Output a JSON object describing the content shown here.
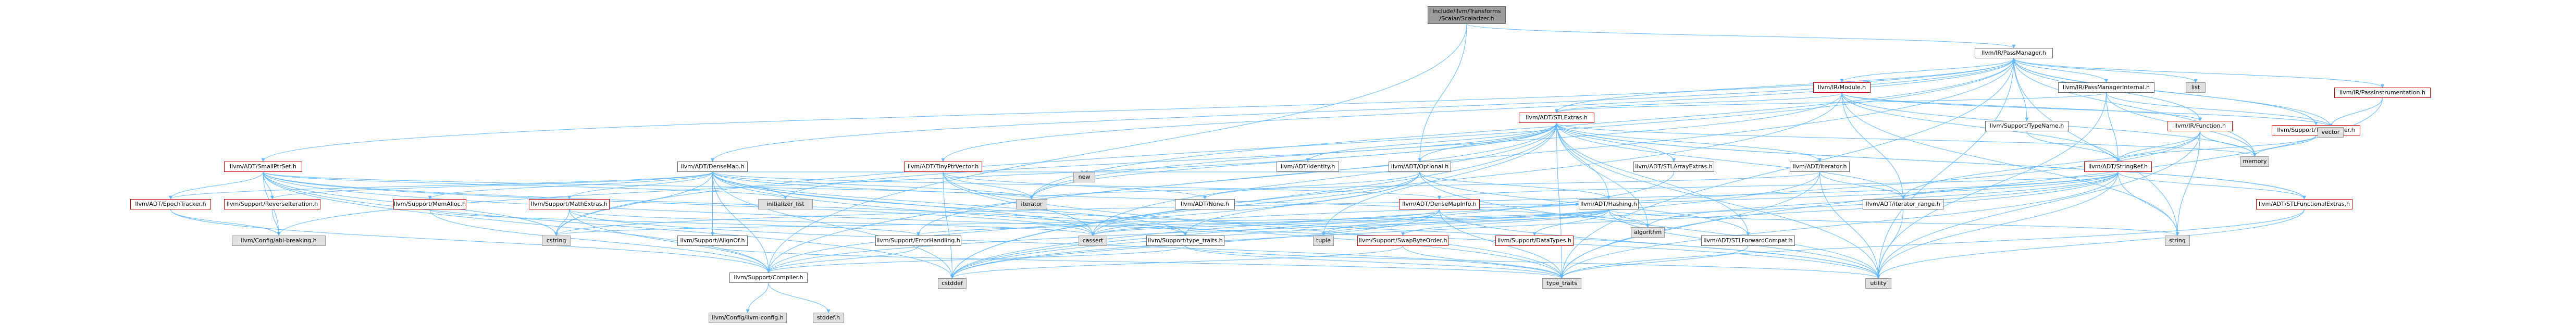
{
  "nodes": [
    {
      "id": "root",
      "label": "include/llvm/Transforms\n/Scalar/Scalarizer.h",
      "style": "root"
    },
    {
      "id": "passmgr",
      "label": "llvm/IR/PassManager.h",
      "style": "plain"
    },
    {
      "id": "module",
      "label": "llvm/IR/Module.h",
      "style": "red"
    },
    {
      "id": "pmi",
      "label": "llvm/IR/PassManagerInternal.h",
      "style": "plain"
    },
    {
      "id": "list",
      "label": "list",
      "style": "grey"
    },
    {
      "id": "passinstr",
      "label": "llvm/IR/PassInstrumentation.h",
      "style": "red"
    },
    {
      "id": "stlextras",
      "label": "llvm/ADT/STLExtras.h",
      "style": "red"
    },
    {
      "id": "typename",
      "label": "llvm/Support/TypeName.h",
      "style": "plain"
    },
    {
      "id": "function",
      "label": "llvm/IR/Function.h",
      "style": "red"
    },
    {
      "id": "timeprof",
      "label": "llvm/Support/TimeProfiler.h",
      "style": "red"
    },
    {
      "id": "memory",
      "label": "memory",
      "style": "grey"
    },
    {
      "id": "vector",
      "label": "vector",
      "style": "grey"
    },
    {
      "id": "smallptrset",
      "label": "llvm/ADT/SmallPtrSet.h",
      "style": "red"
    },
    {
      "id": "densemap",
      "label": "llvm/ADT/DenseMap.h",
      "style": "plain"
    },
    {
      "id": "tinyptrvector",
      "label": "llvm/ADT/TinyPtrVector.h",
      "style": "red"
    },
    {
      "id": "identity",
      "label": "llvm/ADT/identity.h",
      "style": "plain"
    },
    {
      "id": "optional",
      "label": "llvm/ADT/Optional.h",
      "style": "plain"
    },
    {
      "id": "stlarray",
      "label": "llvm/ADT/STLArrayExtras.h",
      "style": "plain"
    },
    {
      "id": "iteratorh",
      "label": "llvm/ADT/iterator.h",
      "style": "plain"
    },
    {
      "id": "stringref",
      "label": "llvm/ADT/StringRef.h",
      "style": "red"
    },
    {
      "id": "epoch",
      "label": "llvm/ADT/EpochTracker.h",
      "style": "red"
    },
    {
      "id": "reverseiter",
      "label": "llvm/Support/ReverseIteration.h",
      "style": "red"
    },
    {
      "id": "memalloc",
      "label": "llvm/Support/MemAlloc.h",
      "style": "red"
    },
    {
      "id": "mathextras",
      "label": "llvm/Support/MathExtras.h",
      "style": "red"
    },
    {
      "id": "initlist",
      "label": "initializer_list",
      "style": "grey"
    },
    {
      "id": "iterator",
      "label": "iterator",
      "style": "grey"
    },
    {
      "id": "new",
      "label": "new",
      "style": "grey"
    },
    {
      "id": "none",
      "label": "llvm/ADT/None.h",
      "style": "plain"
    },
    {
      "id": "densemapinfo",
      "label": "llvm/ADT/DenseMapInfo.h",
      "style": "red"
    },
    {
      "id": "hashing",
      "label": "llvm/ADT/Hashing.h",
      "style": "plain"
    },
    {
      "id": "iterrange",
      "label": "llvm/ADT/iterator_range.h",
      "style": "plain"
    },
    {
      "id": "stlfunc",
      "label": "llvm/ADT/STLFunctionalExtras.h",
      "style": "red"
    },
    {
      "id": "configabi",
      "label": "llvm/Config/abi-breaking.h",
      "style": "grey"
    },
    {
      "id": "cstring",
      "label": "cstring",
      "style": "grey"
    },
    {
      "id": "alignof",
      "label": "llvm/Support/AlignOf.h",
      "style": "plain"
    },
    {
      "id": "errhandling",
      "label": "llvm/Support/ErrorHandling.h",
      "style": "plain"
    },
    {
      "id": "cassert",
      "label": "cassert",
      "style": "grey"
    },
    {
      "id": "typetraits",
      "label": "llvm/Support/type_traits.h",
      "style": "plain"
    },
    {
      "id": "tuple",
      "label": "tuple",
      "style": "grey"
    },
    {
      "id": "swapbyte",
      "label": "llvm/Support/SwapByteOrder.h",
      "style": "red"
    },
    {
      "id": "datatypes",
      "label": "llvm/Support/DataTypes.h",
      "style": "red"
    },
    {
      "id": "algorithm",
      "label": "algorithm",
      "style": "grey"
    },
    {
      "id": "stlforward",
      "label": "llvm/ADT/STLForwardCompat.h",
      "style": "plain"
    },
    {
      "id": "string",
      "label": "string",
      "style": "grey"
    },
    {
      "id": "compiler",
      "label": "llvm/Support/Compiler.h",
      "style": "plain"
    },
    {
      "id": "cstddef",
      "label": "cstddef",
      "style": "grey"
    },
    {
      "id": "type_traits",
      "label": "type_traits",
      "style": "grey"
    },
    {
      "id": "utility",
      "label": "utility",
      "style": "grey"
    },
    {
      "id": "llvmconfig",
      "label": "llvm/Config/llvm-config.h",
      "style": "grey"
    },
    {
      "id": "stddef",
      "label": "stddef.h",
      "style": "grey"
    }
  ],
  "edges": [
    [
      "root",
      "passmgr"
    ],
    [
      "root",
      "optional"
    ],
    [
      "root",
      "compiler"
    ],
    [
      "passmgr",
      "module"
    ],
    [
      "passmgr",
      "pmi"
    ],
    [
      "passmgr",
      "list"
    ],
    [
      "passmgr",
      "passinstr"
    ],
    [
      "passmgr",
      "stlextras"
    ],
    [
      "passmgr",
      "typename"
    ],
    [
      "passmgr",
      "function"
    ],
    [
      "passmgr",
      "timeprof"
    ],
    [
      "passmgr",
      "memory"
    ],
    [
      "passmgr",
      "vector"
    ],
    [
      "passmgr",
      "smallptrset"
    ],
    [
      "passmgr",
      "densemap"
    ],
    [
      "passmgr",
      "tinyptrvector"
    ],
    [
      "passmgr",
      "iterator"
    ],
    [
      "passmgr",
      "cstring"
    ],
    [
      "passmgr",
      "type_traits"
    ],
    [
      "passmgr",
      "utility"
    ],
    [
      "passmgr",
      "string"
    ],
    [
      "passmgr",
      "compiler"
    ],
    [
      "module",
      "stlextras"
    ],
    [
      "module",
      "function"
    ],
    [
      "module",
      "stringref"
    ],
    [
      "module",
      "iterrange"
    ],
    [
      "module",
      "memory"
    ],
    [
      "module",
      "string"
    ],
    [
      "module",
      "vector"
    ],
    [
      "module",
      "cstddef"
    ],
    [
      "module",
      "iterator"
    ],
    [
      "pmi",
      "stlextras"
    ],
    [
      "pmi",
      "stringref"
    ],
    [
      "pmi",
      "memory"
    ],
    [
      "pmi",
      "vector"
    ],
    [
      "pmi",
      "utility"
    ],
    [
      "passinstr",
      "vector"
    ],
    [
      "passinstr",
      "type_traits"
    ],
    [
      "stlextras",
      "identity"
    ],
    [
      "stlextras",
      "optional"
    ],
    [
      "stlextras",
      "stlarray"
    ],
    [
      "stlextras",
      "iteratorh"
    ],
    [
      "stlextras",
      "iterrange"
    ],
    [
      "stlextras",
      "stlforward"
    ],
    [
      "stlextras",
      "stlfunc"
    ],
    [
      "stlextras",
      "errhandling"
    ],
    [
      "stlextras",
      "hashing"
    ],
    [
      "stlextras",
      "cassert"
    ],
    [
      "stlextras",
      "algorithm"
    ],
    [
      "stlextras",
      "cstddef"
    ],
    [
      "stlextras",
      "initlist"
    ],
    [
      "stlextras",
      "iterator"
    ],
    [
      "stlextras",
      "memory"
    ],
    [
      "stlextras",
      "tuple"
    ],
    [
      "stlextras",
      "type_traits"
    ],
    [
      "stlextras",
      "utility"
    ],
    [
      "stlextras",
      "configabi"
    ],
    [
      "typename",
      "stringref"
    ],
    [
      "function",
      "stringref"
    ],
    [
      "function",
      "iterrange"
    ],
    [
      "function",
      "memory"
    ],
    [
      "function",
      "string"
    ],
    [
      "function",
      "cstddef"
    ],
    [
      "function",
      "utility"
    ],
    [
      "timeprof",
      "stringref"
    ],
    [
      "timeprof",
      "memory"
    ],
    [
      "smallptrset",
      "epoch"
    ],
    [
      "smallptrset",
      "reverseiter"
    ],
    [
      "smallptrset",
      "configabi"
    ],
    [
      "smallptrset",
      "compiler"
    ],
    [
      "smallptrset",
      "typetraits"
    ],
    [
      "smallptrset",
      "cstring"
    ],
    [
      "smallptrset",
      "cassert"
    ],
    [
      "smallptrset",
      "cstddef"
    ],
    [
      "smallptrset",
      "initlist"
    ],
    [
      "smallptrset",
      "iterator"
    ],
    [
      "smallptrset",
      "utility"
    ],
    [
      "densemap",
      "densemapinfo"
    ],
    [
      "densemap",
      "epoch"
    ],
    [
      "densemap",
      "alignof"
    ],
    [
      "densemap",
      "compiler"
    ],
    [
      "densemap",
      "mathextras"
    ],
    [
      "densemap",
      "memalloc"
    ],
    [
      "densemap",
      "reverseiter"
    ],
    [
      "densemap",
      "typetraits"
    ],
    [
      "densemap",
      "algorithm"
    ],
    [
      "densemap",
      "cassert"
    ],
    [
      "densemap",
      "cstddef"
    ],
    [
      "densemap",
      "cstring"
    ],
    [
      "densemap",
      "initlist"
    ],
    [
      "densemap",
      "iterator"
    ],
    [
      "densemap",
      "new"
    ],
    [
      "densemap",
      "type_traits"
    ],
    [
      "densemap",
      "utility"
    ],
    [
      "tinyptrvector",
      "none"
    ],
    [
      "tinyptrvector",
      "cassert"
    ],
    [
      "tinyptrvector",
      "cstddef"
    ],
    [
      "tinyptrvector",
      "iterator"
    ],
    [
      "tinyptrvector",
      "type_traits"
    ],
    [
      "optional",
      "hashing"
    ],
    [
      "optional",
      "none"
    ],
    [
      "optional",
      "stlforward"
    ],
    [
      "optional",
      "compiler"
    ],
    [
      "optional",
      "typetraits"
    ],
    [
      "optional",
      "cassert"
    ],
    [
      "optional",
      "new"
    ],
    [
      "optional",
      "utility"
    ],
    [
      "stlarray",
      "cstddef"
    ],
    [
      "iteratorh",
      "iterrange"
    ],
    [
      "iteratorh",
      "cstddef"
    ],
    [
      "iteratorh",
      "iterator"
    ],
    [
      "iteratorh",
      "type_traits"
    ],
    [
      "iteratorh",
      "utility"
    ],
    [
      "stringref",
      "densemapinfo"
    ],
    [
      "stringref",
      "iterrange"
    ],
    [
      "stringref",
      "stlfunc"
    ],
    [
      "stringref",
      "compiler"
    ],
    [
      "stringref",
      "algorithm"
    ],
    [
      "stringref",
      "cassert"
    ],
    [
      "stringref",
      "cstddef"
    ],
    [
      "stringref",
      "cstring"
    ],
    [
      "stringref",
      "limits"
    ],
    [
      "stringref",
      "string"
    ],
    [
      "stringref",
      "type_traits"
    ],
    [
      "stringref",
      "utility"
    ],
    [
      "epoch",
      "configabi"
    ],
    [
      "epoch",
      "compiler"
    ],
    [
      "reverseiter",
      "configabi"
    ],
    [
      "memalloc",
      "compiler"
    ],
    [
      "memalloc",
      "errhandling"
    ],
    [
      "mathextras",
      "compiler"
    ],
    [
      "mathextras",
      "cassert"
    ],
    [
      "mathextras",
      "cstring"
    ],
    [
      "mathextras",
      "type_traits"
    ],
    [
      "densemapinfo",
      "hashing"
    ],
    [
      "densemapinfo",
      "cassert"
    ],
    [
      "densemapinfo",
      "cstddef"
    ],
    [
      "densemapinfo",
      "tuple"
    ],
    [
      "densemapinfo",
      "type_traits"
    ],
    [
      "densemapinfo",
      "utility"
    ],
    [
      "hashing",
      "errhandling"
    ],
    [
      "hashing",
      "swapbyte"
    ],
    [
      "hashing",
      "datatypes"
    ],
    [
      "hashing",
      "algorithm"
    ],
    [
      "hashing",
      "cassert"
    ],
    [
      "hashing",
      "cstring"
    ],
    [
      "hashing",
      "string"
    ],
    [
      "hashing",
      "tuple"
    ],
    [
      "hashing",
      "utility"
    ],
    [
      "iterrange",
      "utility"
    ],
    [
      "stlfunc",
      "stlextras"
    ],
    [
      "stlfunc",
      "cstdint"
    ],
    [
      "stlfunc",
      "type_traits"
    ],
    [
      "stlfunc",
      "utility"
    ],
    [
      "alignof",
      "type_traits"
    ],
    [
      "errhandling",
      "compiler"
    ],
    [
      "typetraits",
      "compiler"
    ],
    [
      "typetraits",
      "type_traits"
    ],
    [
      "typetraits",
      "utility"
    ],
    [
      "swapbyte",
      "bit"
    ],
    [
      "swapbyte",
      "cstddef"
    ],
    [
      "swapbyte",
      "type_traits"
    ],
    [
      "stlforward",
      "type_traits"
    ],
    [
      "compiler",
      "llvmconfig"
    ],
    [
      "compiler",
      "stddef"
    ]
  ]
}
